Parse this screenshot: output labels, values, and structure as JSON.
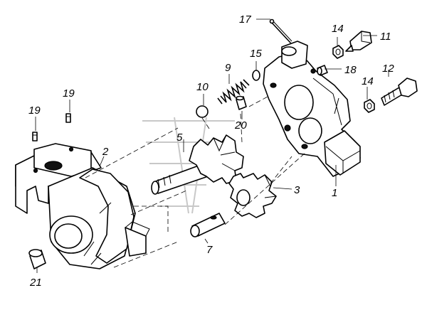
{
  "callouts": {
    "c1": "1",
    "c2": "2",
    "c3": "3",
    "c5": "5",
    "c7": "7",
    "c9": "9",
    "c10": "10",
    "c11": "11",
    "c12": "12",
    "c14a": "14",
    "c14b": "14",
    "c15": "15",
    "c17": "17",
    "c18": "18",
    "c19a": "19",
    "c19b": "19",
    "c20": "20",
    "c21": "21"
  },
  "colors": {
    "line": "#000000",
    "background": "#ffffff",
    "watermark": "#c8c8c8"
  }
}
